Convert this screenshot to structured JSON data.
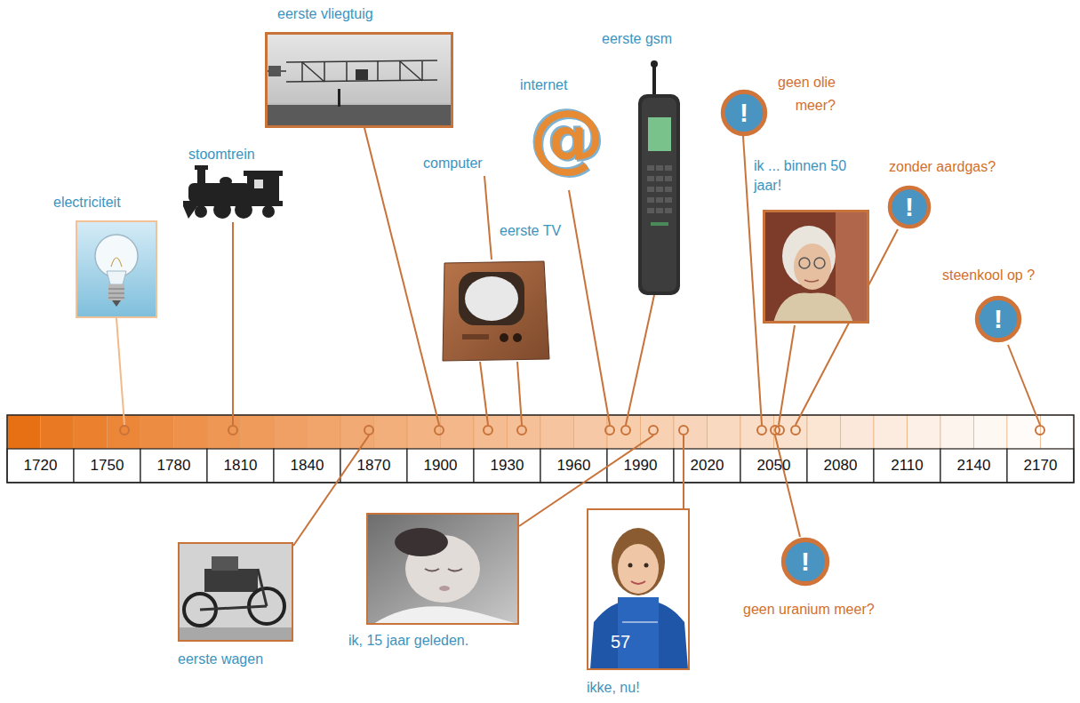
{
  "diagram": {
    "nodes": [
      {
        "text": [
          "electriciteit"
        ]
      },
      {
        "text": [
          "eerste vliegtuig"
        ]
      },
      {
        "text": [
          "!",
          "geen olie meer?"
        ]
      },
      {
        "text": [
          "ik ... binnen 50 jaar!"
        ]
      },
      {
        "text": [
          "!",
          "zonder aardgas?"
        ]
      },
      {
        "text": [
          "!",
          "steenkool op ?"
        ]
      },
      {
        "text": [
          "eerste wagen"
        ]
      },
      {
        "text": [
          "ik, 15 jaar geleden."
        ]
      },
      {
        "text": [
          "ikke, nu!"
        ]
      },
      {
        "text": [
          "!",
          "geen uranium meer?"
        ]
      }
    ],
    "labels": [
      "stoomtrein",
      "computer",
      "internet",
      "@",
      "eerste TV",
      "eerste gsm",
      "1720",
      "1750",
      "1780",
      "1810",
      "1840",
      "1870",
      "1900",
      "1930",
      "1960",
      "1990",
      "2020",
      "2050",
      "2080",
      "2110",
      "2140",
      "2170",
      "57"
    ]
  }
}
